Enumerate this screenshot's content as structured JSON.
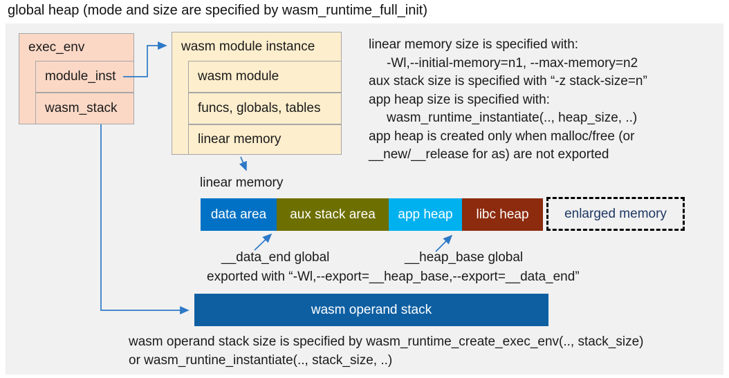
{
  "title": "global heap (mode and size are specified by wasm_runtime_full_init)",
  "exec_env": {
    "header": "exec_env",
    "rows": [
      "module_inst",
      "wasm_stack"
    ]
  },
  "module_instance": {
    "header": "wasm module instance",
    "rows": [
      "wasm module",
      "funcs, globals, tables",
      "linear memory"
    ]
  },
  "notes_right": {
    "lines": [
      "linear memory size is specified with:",
      "-Wl,--initial-memory=n1, --max-memory=n2",
      "aux stack size is specified with “-z stack-size=n”",
      "app heap size is specified with:",
      "wasm_runtime_instantiate(.., heap_size, ..)",
      "app heap is created only when malloc/free (or",
      "__new/__release for as) are not exported"
    ]
  },
  "linear_memory": {
    "label": "linear memory",
    "segments": [
      {
        "label": "data area",
        "color": "#0071c5"
      },
      {
        "label": "aux stack area",
        "color": "#6d6f00"
      },
      {
        "label": "app heap",
        "color": "#00b1f0"
      },
      {
        "label": "libc heap",
        "color": "#8c2b0e"
      }
    ],
    "enlarged": {
      "label": "enlarged memory",
      "text_color": "#1f3864"
    }
  },
  "annotations": {
    "data_end": "__data_end global",
    "heap_base": "__heap_base global",
    "exported": "exported with “-Wl,--export=__heap_base,--export=__data_end”"
  },
  "operand_stack": {
    "label": "wasm operand stack",
    "color": "#0e5fa2"
  },
  "notes_bottom": {
    "lines": [
      "wasm operand stack size is specified by wasm_runtime_create_exec_env(.., stack_size)",
      "or wasm_runtine_instantiate(.., stack_size, ..)"
    ]
  },
  "colors": {
    "canvas_bg": "#f1f1f1",
    "box_salmon": "#fbd8c6",
    "box_cream": "#fdeecd",
    "box_border": "#a6a6a6",
    "arrow": "#2e79c7"
  }
}
